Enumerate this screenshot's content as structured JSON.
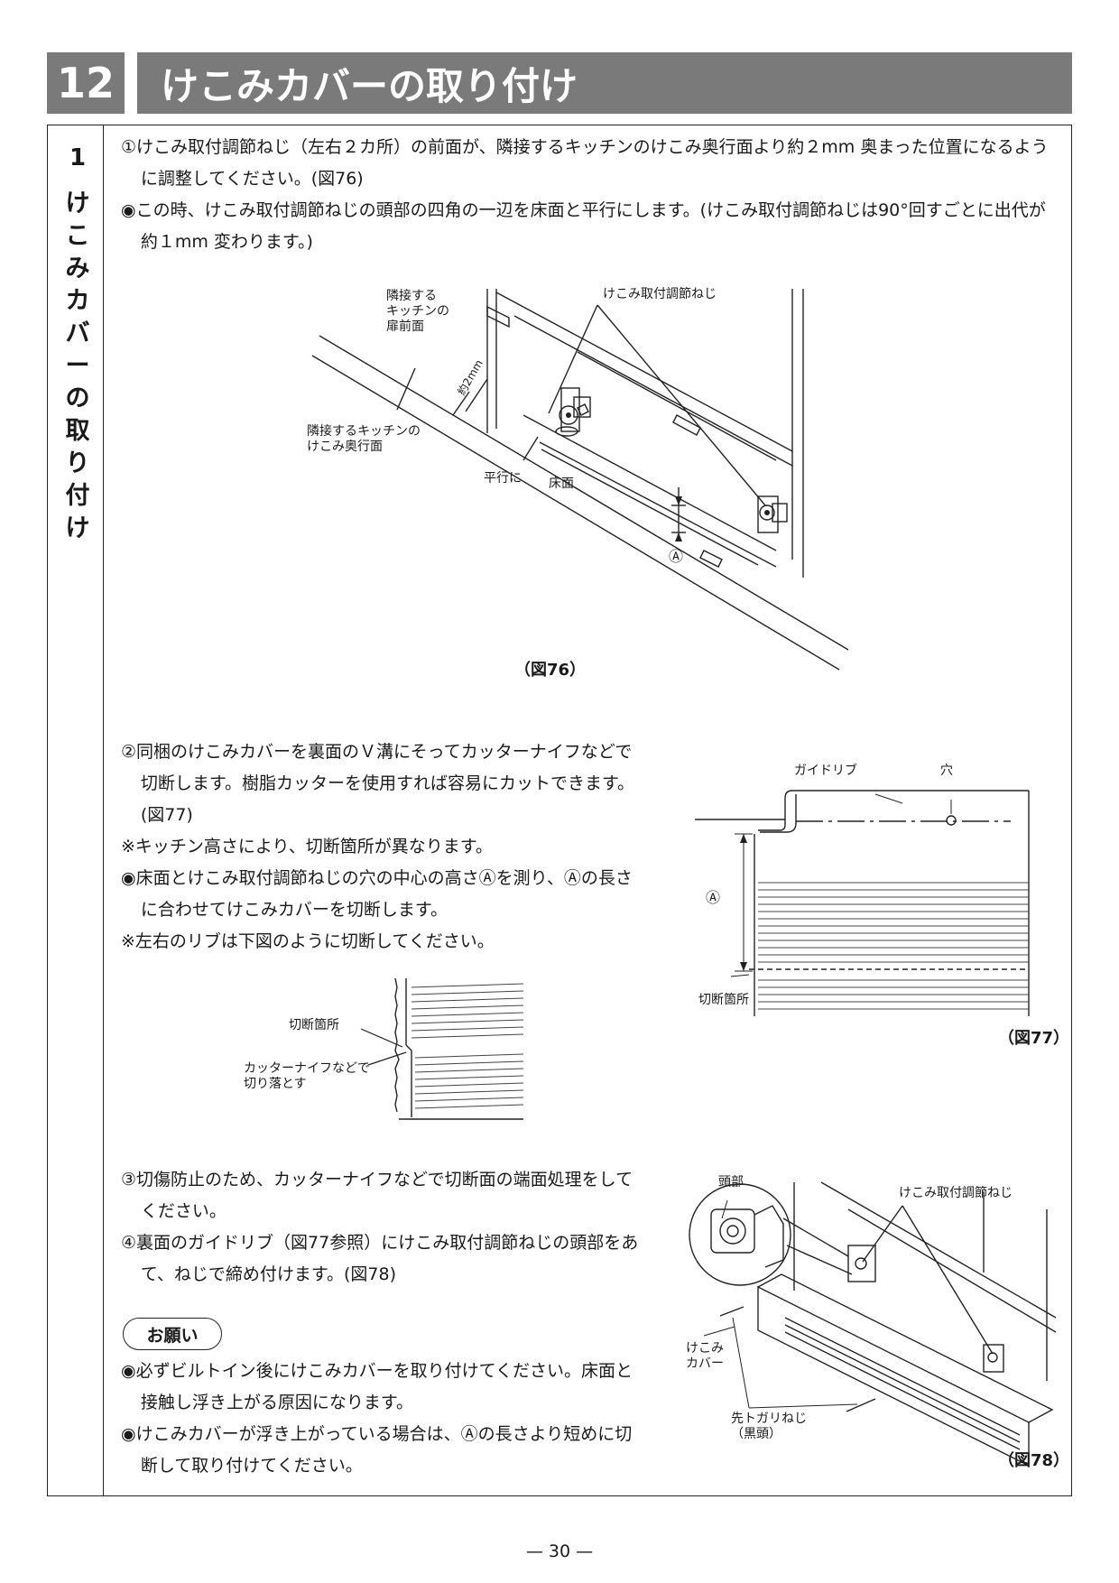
{
  "header": {
    "number": "12",
    "title": "けこみカバーの取り付け"
  },
  "sidebar": {
    "step_number": "1",
    "step_title": "けこみカバーの取り付け"
  },
  "step1": {
    "p1": "①けこみ取付調節ねじ（左右２カ所）の前面が、隣接するキッチンのけこみ奥行面より約２mm 奥まった位置になるように調整してください。(図76)",
    "p2": "◉この時、けこみ取付調節ねじの頭部の四角の一辺を床面と平行にします。(けこみ取付調節ねじは90°回すごとに出代が約１mm 変わります。)"
  },
  "fig76": {
    "label_door": "隣接する\nキッチンの\n扉前面",
    "label_screw": "けこみ取付調節ねじ",
    "label_2mm": "約2mm",
    "label_depth": "隣接するキッチンの\nけこみ奥行面",
    "label_parallel": "平行に",
    "label_floor": "床面",
    "label_a": "Ⓐ",
    "caption": "（図76）"
  },
  "step2": {
    "p1": "②同梱のけこみカバーを裏面のＶ溝にそってカッターナイフなどで切断します。樹脂カッターを使用すれば容易にカットできます。(図77)",
    "p2": "※キッチン高さにより、切断箇所が異なります。",
    "p3": "◉床面とけこみ取付調節ねじの穴の中心の高さⒶを測り、Ⓐの長さに合わせてけこみカバーを切断します。",
    "p4": "※左右のリブは下図のように切断してください。"
  },
  "rib_fig": {
    "label_cut": "切断箇所",
    "label_knife": "カッターナイフなどで\n切り落とす"
  },
  "fig77": {
    "label_rib": "ガイドリブ",
    "label_hole": "穴",
    "label_a": "Ⓐ",
    "label_cut": "切断箇所",
    "caption": "（図77）"
  },
  "step3": {
    "p1": "③切傷防止のため、カッターナイフなどで切断面の端面処理をしてください。",
    "p2": "④裏面のガイドリブ（図77参照）にけこみ取付調節ねじの頭部をあて、ねじで締め付けます。(図78)"
  },
  "fig78": {
    "label_head": "頭部",
    "label_screw": "けこみ取付調節ねじ",
    "label_cover": "けこみ\nカバー",
    "label_tapping": "先トガリねじ\n（黒頭）",
    "caption": "（図78）"
  },
  "notice": {
    "title": "お願い",
    "p1": "◉必ずビルトイン後にけこみカバーを取り付けてください。床面と接触し浮き上がる原因になります。",
    "p2": "◉けこみカバーが浮き上がっている場合は、Ⓐの長さより短めに切断して取り付けてください。"
  },
  "footer": {
    "page": "— 30 —"
  }
}
